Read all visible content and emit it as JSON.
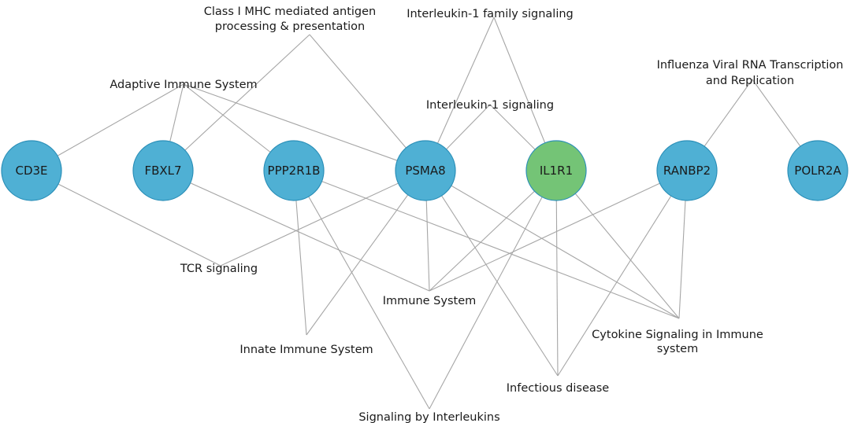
{
  "colors": {
    "node_blue": "#4fb0d4",
    "node_green": "#74c476",
    "edge": "#a6a6a6"
  },
  "genes": [
    {
      "id": "CD3E",
      "label": "CD3E",
      "color": "#4fb0d4"
    },
    {
      "id": "FBXL7",
      "label": "FBXL7",
      "color": "#4fb0d4"
    },
    {
      "id": "PPP2R1B",
      "label": "PPP2R1B",
      "color": "#4fb0d4"
    },
    {
      "id": "PSMA8",
      "label": "PSMA8",
      "color": "#4fb0d4"
    },
    {
      "id": "IL1R1",
      "label": "IL1R1",
      "color": "#74c476"
    },
    {
      "id": "RANBP2",
      "label": "RANBP2",
      "color": "#4fb0d4"
    },
    {
      "id": "POLR2A",
      "label": "POLR2A",
      "color": "#4fb0d4"
    }
  ],
  "terms": [
    {
      "id": "class1mhc",
      "lines": [
        "Class I MHC mediated antigen",
        "processing & presentation"
      ]
    },
    {
      "id": "il1family",
      "lines": [
        "Interleukin-1 family signaling"
      ]
    },
    {
      "id": "influenza",
      "lines": [
        "Influenza Viral RNA Transcription",
        "and Replication"
      ]
    },
    {
      "id": "adaptive",
      "lines": [
        "Adaptive Immune System"
      ]
    },
    {
      "id": "il1sig",
      "lines": [
        "Interleukin-1 signaling"
      ]
    },
    {
      "id": "tcr",
      "lines": [
        "TCR signaling"
      ]
    },
    {
      "id": "immune",
      "lines": [
        "Immune System"
      ]
    },
    {
      "id": "innate",
      "lines": [
        "Innate Immune System"
      ]
    },
    {
      "id": "cytokine",
      "lines": [
        "Cytokine Signaling in Immune",
        "system"
      ]
    },
    {
      "id": "infectious",
      "lines": [
        "Infectious disease"
      ]
    },
    {
      "id": "interleukins",
      "lines": [
        "Signaling by Interleukins"
      ]
    }
  ],
  "edges": [
    [
      "adaptive",
      "CD3E"
    ],
    [
      "adaptive",
      "FBXL7"
    ],
    [
      "adaptive",
      "PPP2R1B"
    ],
    [
      "adaptive",
      "PSMA8"
    ],
    [
      "class1mhc",
      "FBXL7"
    ],
    [
      "class1mhc",
      "PSMA8"
    ],
    [
      "il1family",
      "PSMA8"
    ],
    [
      "il1family",
      "IL1R1"
    ],
    [
      "il1sig",
      "PSMA8"
    ],
    [
      "il1sig",
      "IL1R1"
    ],
    [
      "influenza",
      "RANBP2"
    ],
    [
      "influenza",
      "POLR2A"
    ],
    [
      "tcr",
      "CD3E"
    ],
    [
      "tcr",
      "PSMA8"
    ],
    [
      "immune",
      "FBXL7"
    ],
    [
      "immune",
      "PSMA8"
    ],
    [
      "immune",
      "IL1R1"
    ],
    [
      "immune",
      "RANBP2"
    ],
    [
      "innate",
      "PPP2R1B"
    ],
    [
      "innate",
      "PSMA8"
    ],
    [
      "interleukins",
      "PPP2R1B"
    ],
    [
      "interleukins",
      "IL1R1"
    ],
    [
      "infectious",
      "PSMA8"
    ],
    [
      "infectious",
      "IL1R1"
    ],
    [
      "infectious",
      "RANBP2"
    ],
    [
      "cytokine",
      "PPP2R1B"
    ],
    [
      "cytokine",
      "PSMA8"
    ],
    [
      "cytokine",
      "IL1R1"
    ],
    [
      "cytokine",
      "RANBP2"
    ]
  ]
}
